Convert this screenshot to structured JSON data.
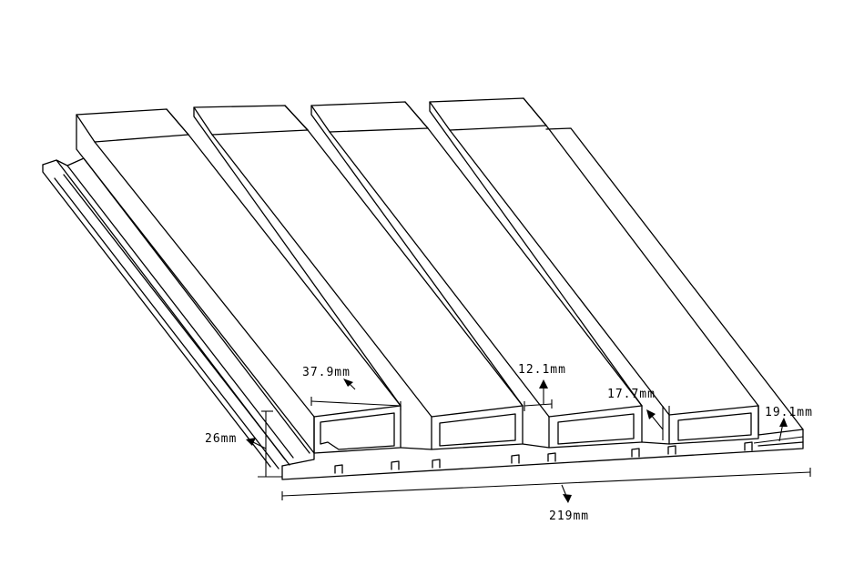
{
  "diagram": {
    "dimensions": {
      "width_37": "37.9mm",
      "gap_12": "12.1mm",
      "width_17": "17.7mm",
      "height_19": "19.1mm",
      "height_26": "26mm",
      "total_width": "219mm"
    }
  }
}
